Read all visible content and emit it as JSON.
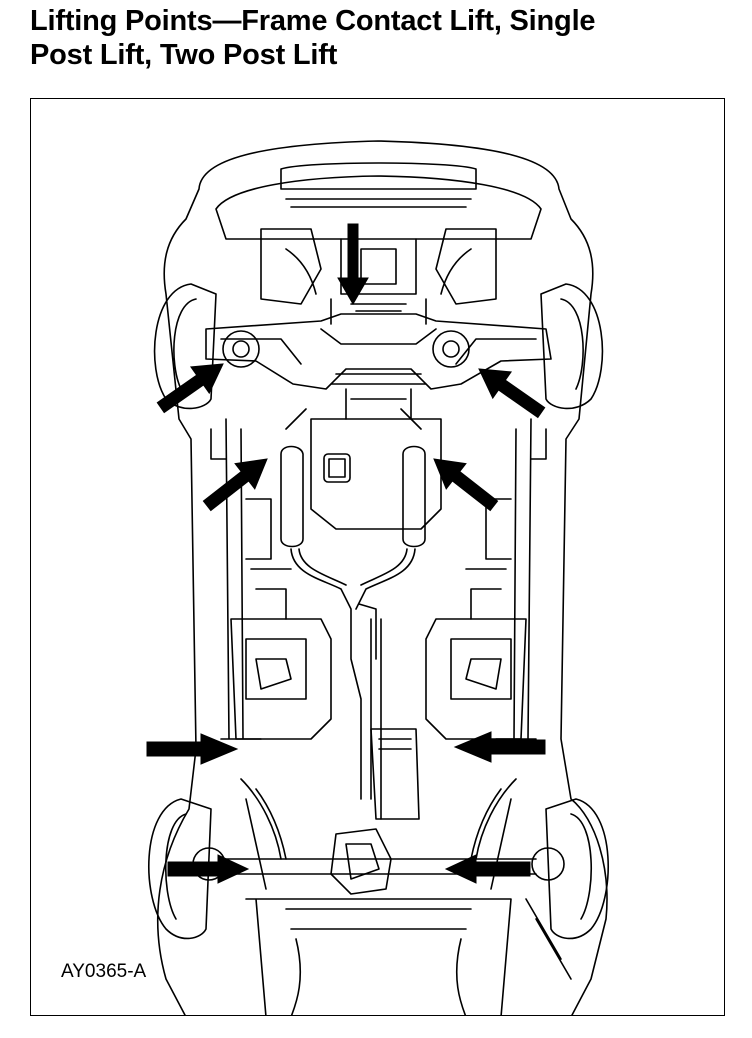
{
  "page": {
    "title_line1": "Lifting Points—Frame Contact Lift, Single",
    "title_line2": "Post Lift, Two Post Lift"
  },
  "figure": {
    "id": "AY0365-A",
    "view": "vehicle underside",
    "lift_point_arrows": [
      {
        "name": "front-center-arrow",
        "side": "center",
        "points": "rear-facing"
      },
      {
        "name": "front-left-arrow",
        "side": "left"
      },
      {
        "name": "front-right-arrow",
        "side": "right"
      },
      {
        "name": "mid-left-arrow",
        "side": "left"
      },
      {
        "name": "mid-right-arrow",
        "side": "right"
      },
      {
        "name": "rear-left-arrow",
        "side": "left"
      },
      {
        "name": "rear-right-arrow",
        "side": "right"
      },
      {
        "name": "rear-axle-left-arrow",
        "side": "left"
      },
      {
        "name": "rear-axle-right-arrow",
        "side": "right"
      }
    ]
  },
  "colors": {
    "line": "#000000",
    "background": "#ffffff"
  }
}
